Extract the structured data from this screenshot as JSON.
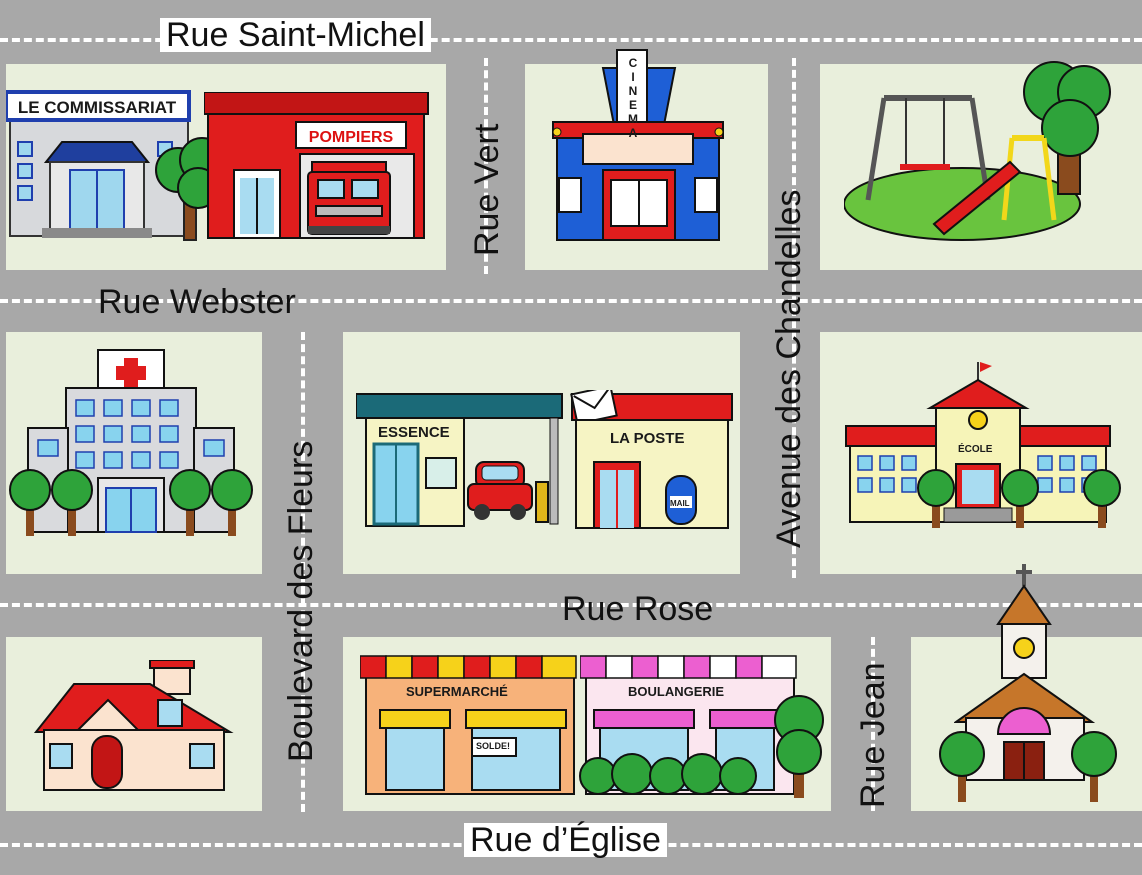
{
  "streets": {
    "saint_michel": "Rue Saint-Michel",
    "webster": "Rue Webster",
    "rose": "Rue Rose",
    "eglise": "Rue d’Église",
    "vert": "Rue Vert",
    "chandelles": "Avenue des Chandelles",
    "fleurs": "Boulevard des Fleurs",
    "jean": "Rue Jean"
  },
  "buildings": {
    "commissariat": "LE COMMISSARIAT",
    "pompiers": "POMPIERS",
    "cinema": "CINEMA",
    "essence": "ESSENCE",
    "poste": "LA POSTE",
    "mail": "MAIL",
    "ecole": "ÉCOLE",
    "supermarche": "SUPERMARCHÉ",
    "solde": "SOLDE!",
    "boulangerie": "BOULANGERIE"
  },
  "colors": {
    "road": "#a8a8a8",
    "block": "#e9efdc",
    "red": "#e01d1d",
    "blue": "#1e5fd6",
    "tree": "#2ea33a",
    "pink": "#ec5fd0",
    "orange": "#f7b27a",
    "yellow": "#f6f4b8"
  }
}
